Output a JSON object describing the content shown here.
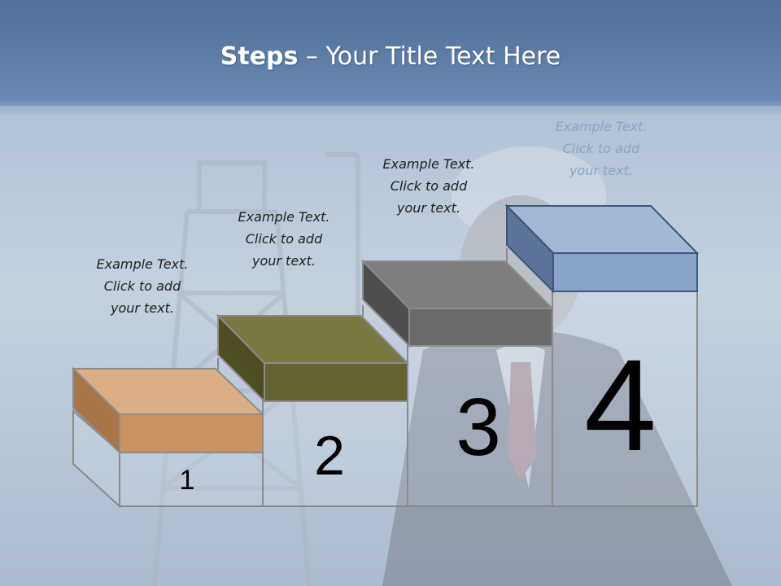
{
  "slide": {
    "title_bold": "Steps",
    "title_rest": " – Your Title Text Here"
  },
  "steps": [
    {
      "number": "1",
      "text_lines": [
        "Example Text.",
        "Click  to add",
        "your text."
      ],
      "color": "#c99262"
    },
    {
      "number": "2",
      "text_lines": [
        "Example Text.",
        "Click  to add",
        "your text."
      ],
      "color": "#656331"
    },
    {
      "number": "3",
      "text_lines": [
        "Example Text.",
        "Click  to add",
        "your text."
      ],
      "color": "#6b6b6b"
    },
    {
      "number": "4",
      "text_lines": [
        "Example Text.",
        "Click  to add",
        "your text."
      ],
      "color": "#8aa3c8"
    }
  ],
  "colors": {
    "header_band": "#5f7ea6",
    "sky": "#b7c6d9",
    "frame_line": "#8a8a8a"
  }
}
